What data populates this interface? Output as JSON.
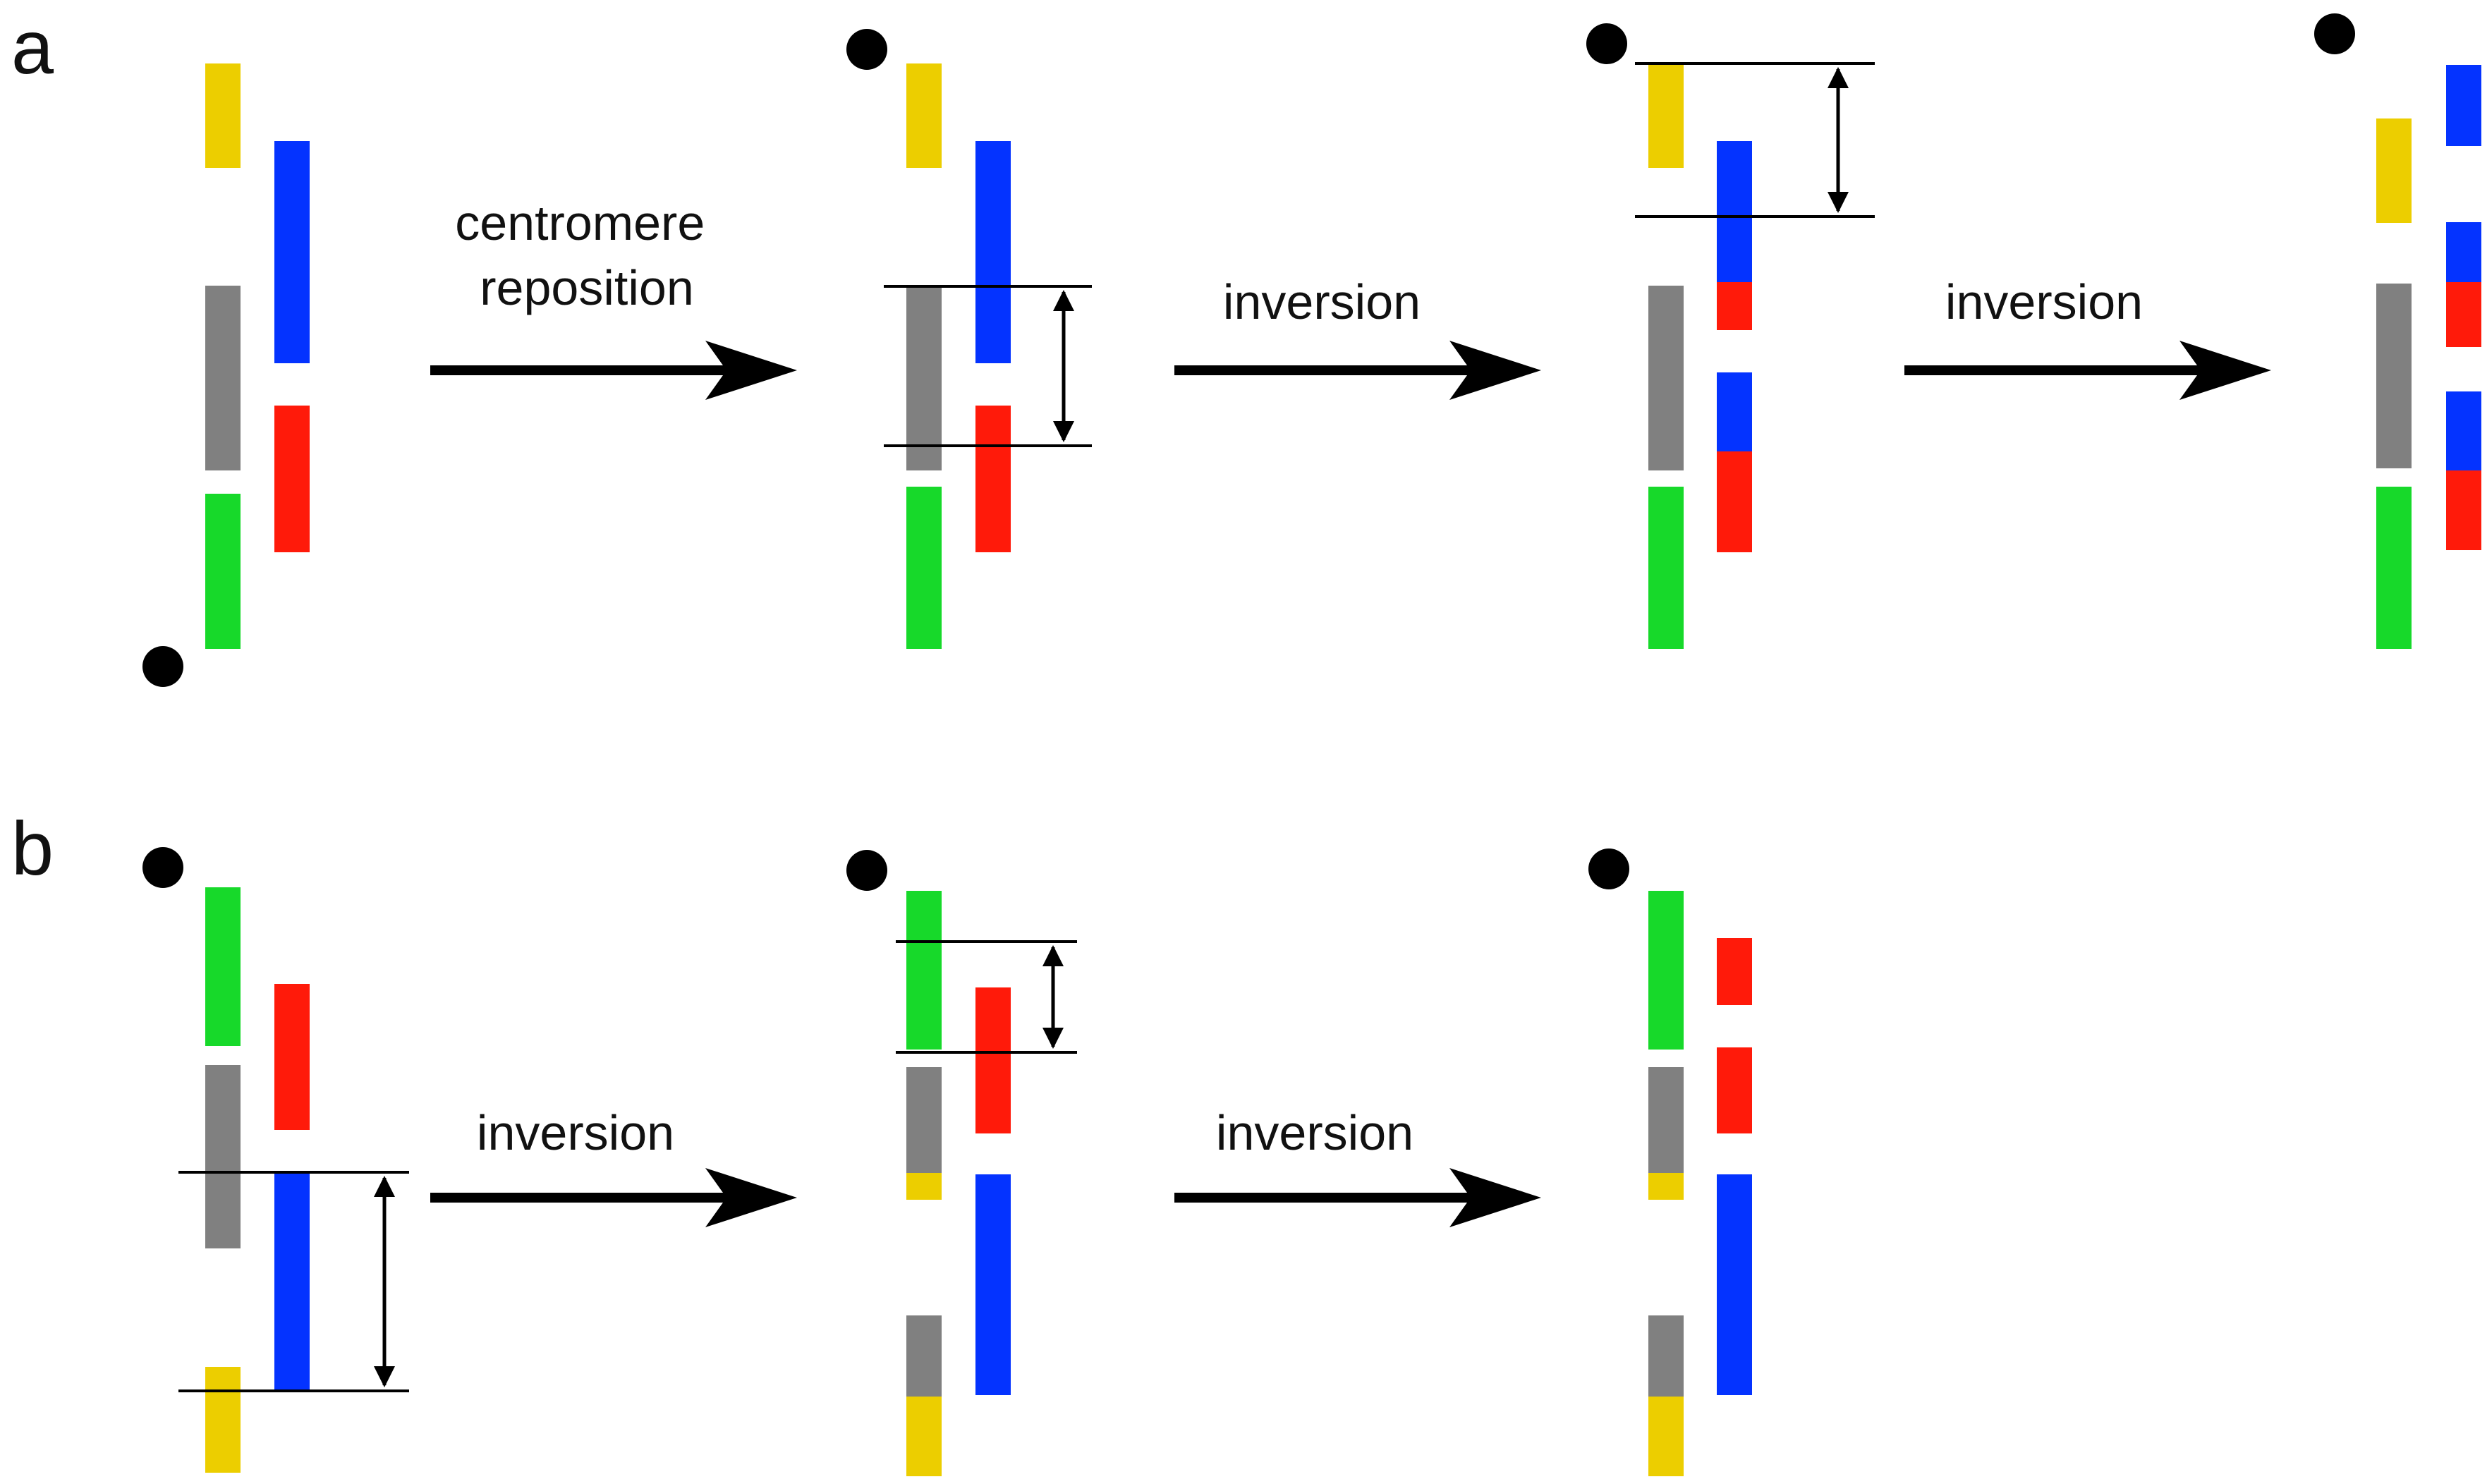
{
  "colors": {
    "yellow": "#ecce00",
    "blue": "#0433ff",
    "gray": "#808080",
    "red": "#ff1a0a",
    "green": "#17d92a",
    "black": "#000000"
  },
  "panel_a": {
    "label": "a",
    "steps": [
      "centromere\nreposition",
      "inversion",
      "inversion"
    ]
  },
  "panel_b": {
    "label": "b",
    "steps": [
      "inversion",
      "inversion"
    ]
  }
}
